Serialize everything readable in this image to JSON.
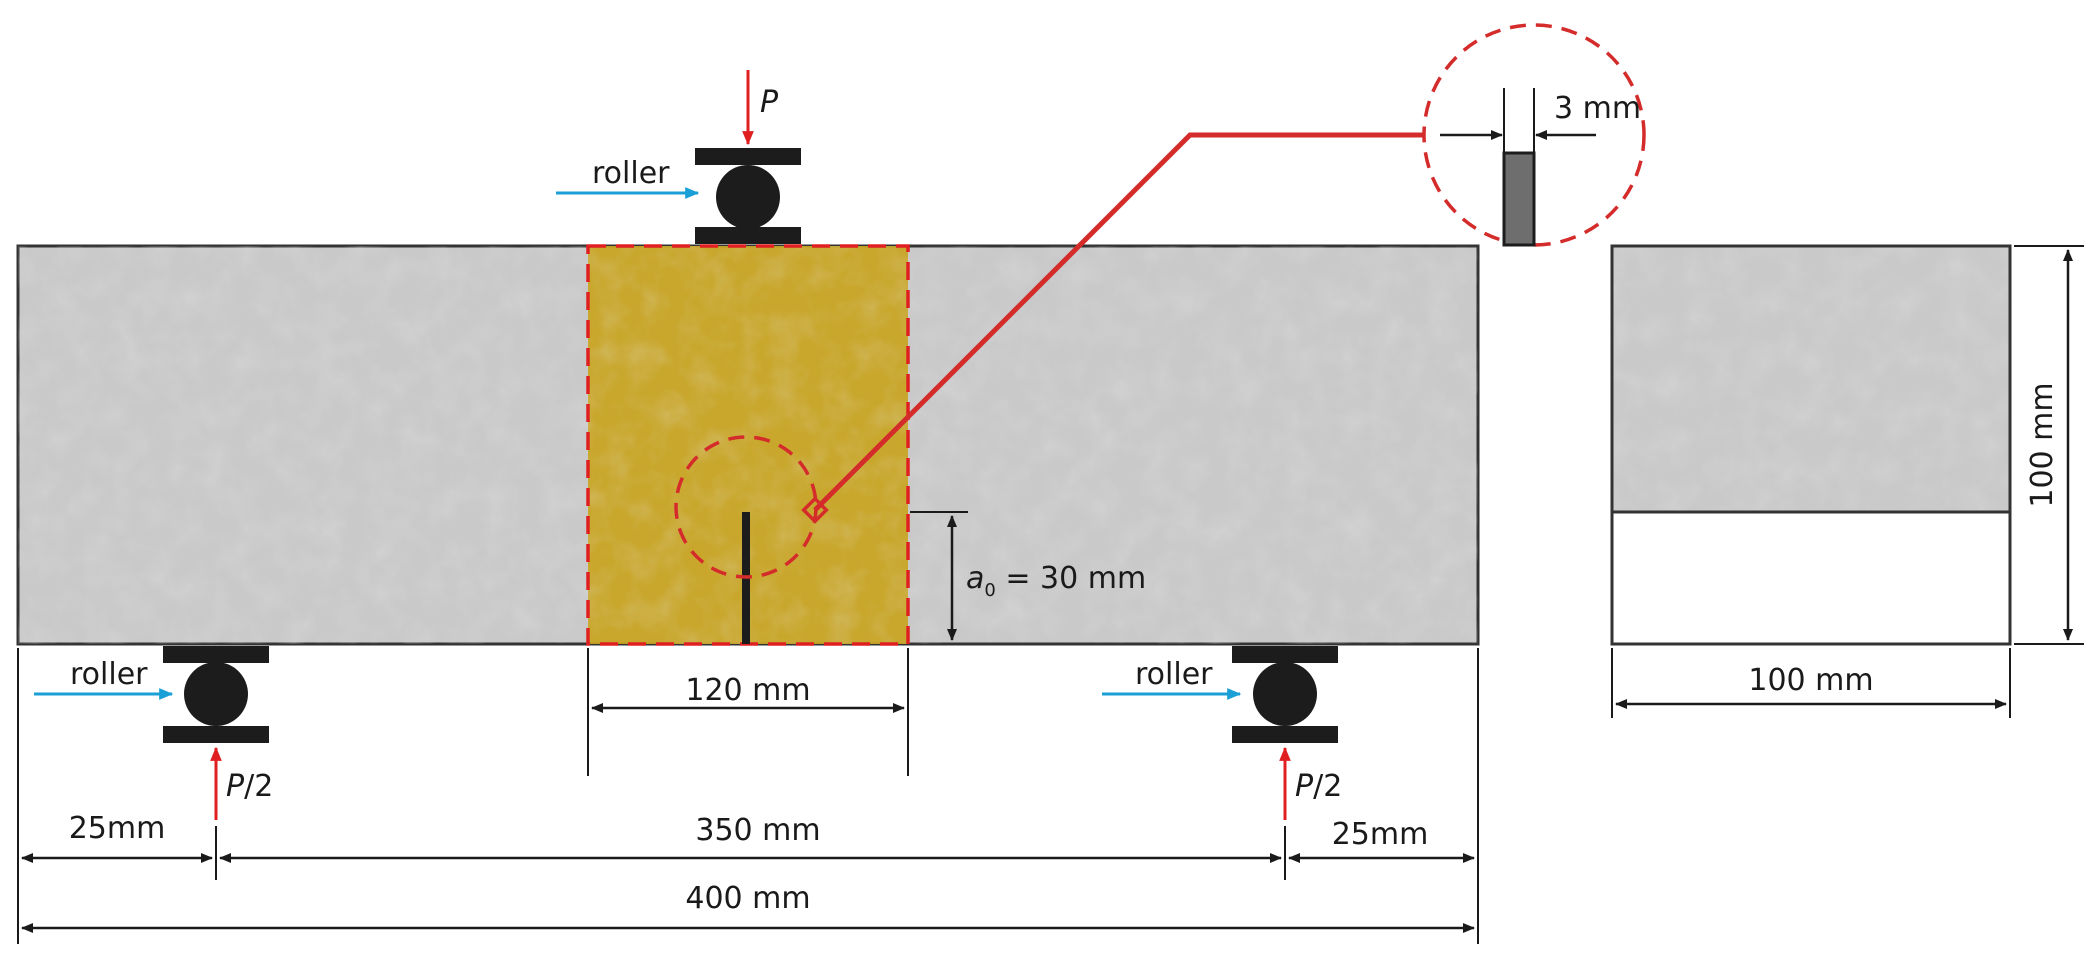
{
  "load": {
    "main_symbol": "P",
    "reaction_symbol": "P",
    "reaction_suffix": "/2"
  },
  "supports": {
    "label": "roller"
  },
  "dimensions": {
    "notch_gap": "3 mm",
    "notch_depth_symbol": "a",
    "notch_depth_subscript": "0",
    "notch_depth_value": " = 30 mm",
    "zone_width": "120 mm",
    "span": "350 mm",
    "overhang_left": "25mm",
    "overhang_right": "25mm",
    "total_length": "400 mm",
    "section_height": "100 mm",
    "section_width": "100 mm"
  },
  "colors": {
    "concrete": "#c9c9c9",
    "zone": "#c9a41e",
    "load_arrow": "#e02020",
    "roller_arrow": "#1a9fd6",
    "support": "#1c1c1c",
    "detail_circle": "#d42b2b"
  }
}
